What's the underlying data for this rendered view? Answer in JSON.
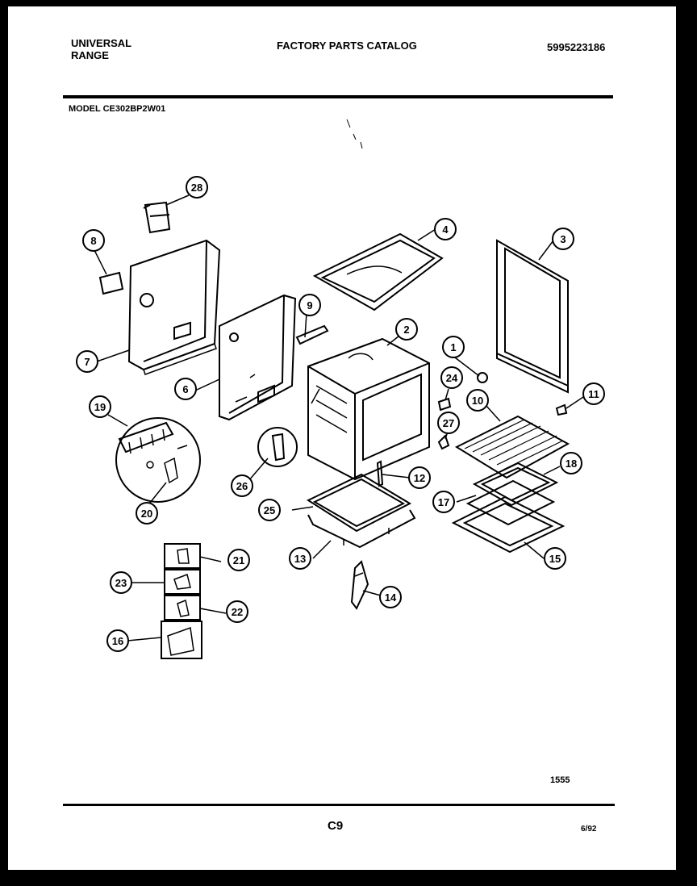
{
  "header": {
    "brand_line1": "UNIVERSAL",
    "brand_line2": "RANGE",
    "catalog_title": "FACTORY PARTS CATALOG",
    "catalog_number": "5995223186",
    "model_label": "MODEL CE302BP2W01"
  },
  "callouts": [
    "1",
    "2",
    "3",
    "4",
    "6",
    "7",
    "8",
    "9",
    "10",
    "11",
    "12",
    "13",
    "14",
    "15",
    "16",
    "17",
    "18",
    "19",
    "20",
    "21",
    "22",
    "23",
    "24",
    "25",
    "26",
    "27",
    "28"
  ],
  "footer": {
    "drawing_code": "1555",
    "page_code": "C9",
    "date": "6/92"
  }
}
